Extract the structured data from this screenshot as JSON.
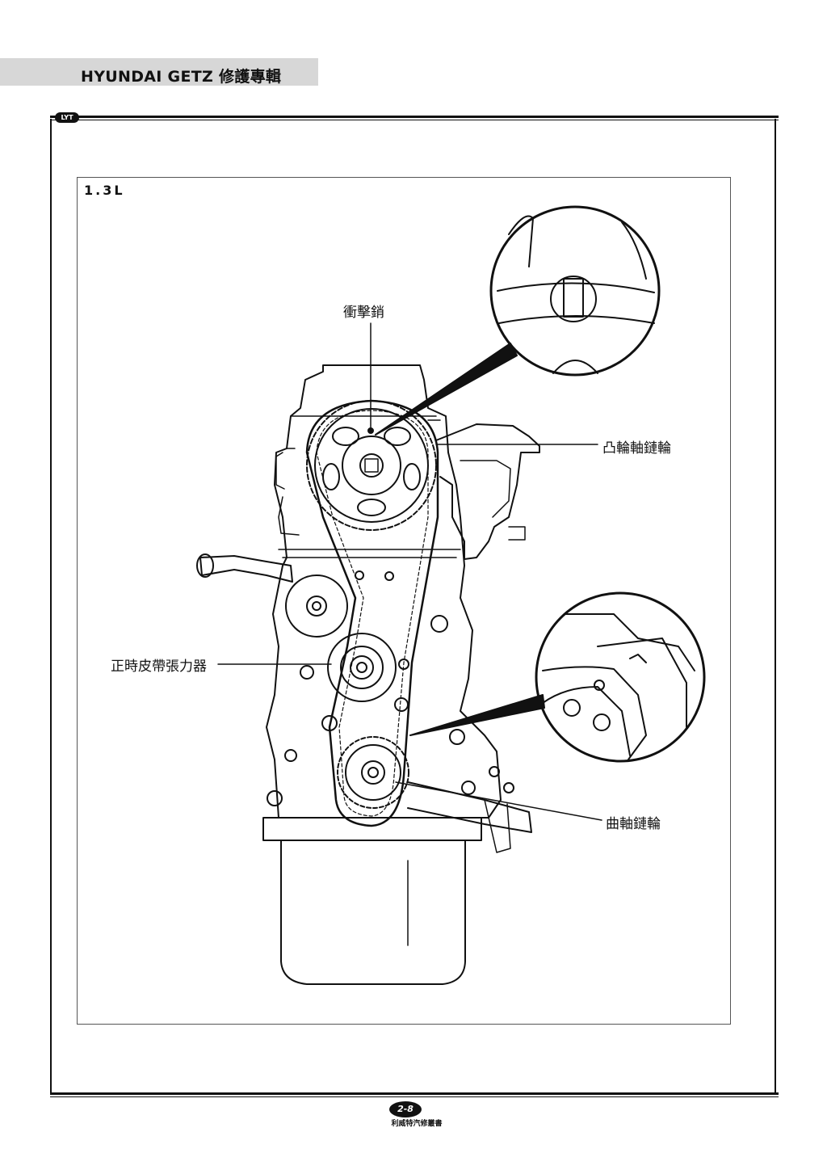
{
  "header": {
    "title": "HYUNDAI GETZ 修護專輯"
  },
  "corner_logo": "LYT",
  "section": {
    "label": "1.3L"
  },
  "callouts": {
    "timing_mark": "衝擊銷",
    "camshaft_sprocket": "凸輪軸鏈輪",
    "belt_tensioner": "正時皮帶張力器",
    "crankshaft_sprocket": "曲軸鏈輪"
  },
  "footer": {
    "page_number": "2-8",
    "publisher": "利威特汽修叢書"
  }
}
